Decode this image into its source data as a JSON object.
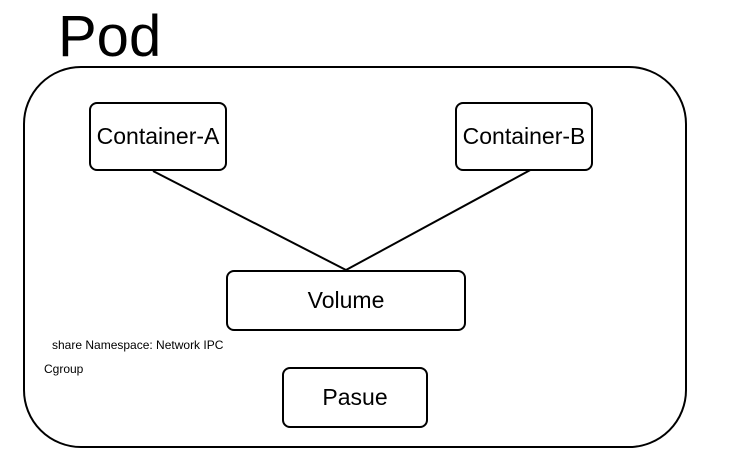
{
  "title": "Pod",
  "nodes": {
    "container_a": "Container-A",
    "container_b": "Container-B",
    "volume": "Volume",
    "pause": "Pasue"
  },
  "notes": {
    "namespace": "share Namespace: Network IPC",
    "cgroup": "Cgroup"
  }
}
